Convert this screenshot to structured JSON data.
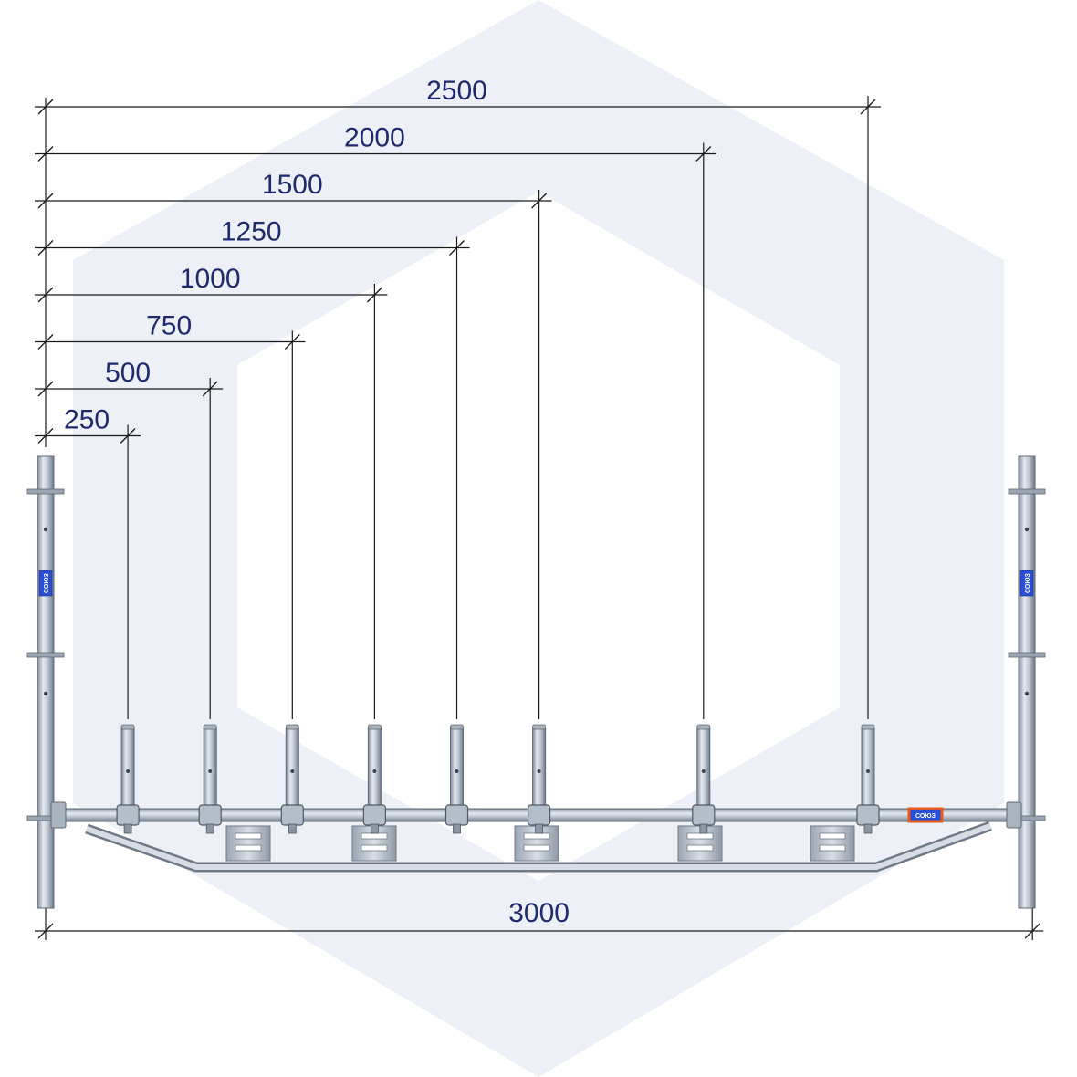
{
  "drawing": {
    "offset_dimensions": [
      {
        "label": "250",
        "distance": 250
      },
      {
        "label": "500",
        "distance": 500
      },
      {
        "label": "750",
        "distance": 750
      },
      {
        "label": "1000",
        "distance": 1000
      },
      {
        "label": "1250",
        "distance": 1250
      },
      {
        "label": "1500",
        "distance": 1500
      },
      {
        "label": "2000",
        "distance": 2000
      },
      {
        "label": "2500",
        "distance": 2500
      }
    ],
    "overall_length": {
      "label": "3000",
      "distance": 3000
    },
    "logo_text": "СОЮЗ"
  },
  "colors": {
    "dimension_text": "#1f2a6e",
    "dimension_line": "#1a1a1a",
    "pipe_steel": "#b9c3cf",
    "background_hexagon": "#eef0f7",
    "logo_blue": "#2a4fd6",
    "logo_orange": "#e85a1b"
  }
}
